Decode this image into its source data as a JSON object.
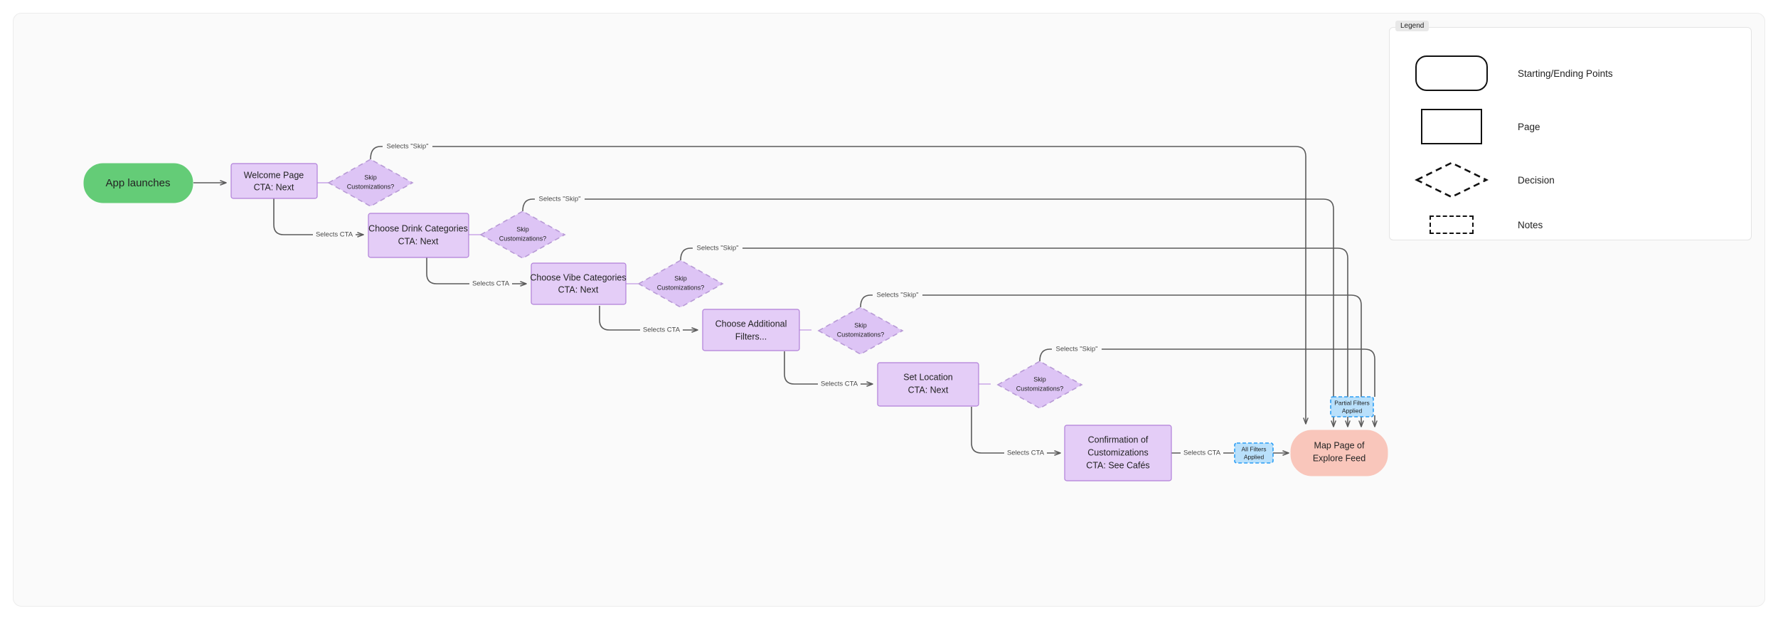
{
  "canvas": {
    "background": "#fafafa",
    "border_color": "#ececec"
  },
  "colors": {
    "start_green": "#64cc77",
    "page_purple": "#e4cdf7",
    "page_purple_border": "#b07fd8",
    "decision_purple": "#ddc4f5",
    "decision_border": "#b89ad6",
    "note_blue": "#b9e0fb",
    "note_blue_border": "#2a9df4",
    "end_pink": "#f9c6bb",
    "edge_gray": "#5b5b5b",
    "text_dark": "#232323"
  },
  "nodes": [
    {
      "id": "app-launches",
      "type": "start",
      "label": "App launches",
      "lines": [
        "App launches"
      ]
    },
    {
      "id": "welcome-page",
      "type": "page",
      "label": "Welcome Page CTA: Next",
      "lines": [
        "Welcome Page",
        "CTA: Next"
      ]
    },
    {
      "id": "drink-cats",
      "type": "page",
      "label": "Choose Drink Categories CTA: Next",
      "lines": [
        "Choose Drink Categories",
        "CTA: Next"
      ]
    },
    {
      "id": "vibe-cats",
      "type": "page",
      "label": "Choose Vibe Categories CTA: Next",
      "lines": [
        "Choose Vibe Categories",
        "CTA: Next"
      ]
    },
    {
      "id": "addl-filters",
      "type": "page",
      "label": "Choose Additional Filters...",
      "lines": [
        "Choose Additional",
        "Filters..."
      ]
    },
    {
      "id": "set-location",
      "type": "page",
      "label": "Set Location CTA: Next",
      "lines": [
        "Set Location",
        "CTA: Next"
      ]
    },
    {
      "id": "confirmation",
      "type": "page",
      "label": "Confirmation of Customizations CTA: See Cafés",
      "lines": [
        "Confirmation of",
        "Customizations",
        "CTA: See Cafés"
      ]
    },
    {
      "id": "map-page",
      "type": "end",
      "label": "Map Page of Explore Feed",
      "lines": [
        "Map Page of",
        "Explore Feed"
      ]
    },
    {
      "id": "decision-1",
      "type": "decision",
      "label": "Skip Customizations?",
      "lines": [
        "Skip",
        "Customizations?"
      ]
    },
    {
      "id": "decision-2",
      "type": "decision",
      "label": "Skip Customizations?",
      "lines": [
        "Skip",
        "Customizations?"
      ]
    },
    {
      "id": "decision-3",
      "type": "decision",
      "label": "Skip Customizations?",
      "lines": [
        "Skip",
        "Customizations?"
      ]
    },
    {
      "id": "decision-4",
      "type": "decision",
      "label": "Skip Customizations?",
      "lines": [
        "Skip",
        "Customizations?"
      ]
    },
    {
      "id": "decision-5",
      "type": "decision",
      "label": "Skip Customizations?",
      "lines": [
        "Skip",
        "Customizations?"
      ]
    },
    {
      "id": "note-partial",
      "type": "note",
      "label": "Partial Filters Applied",
      "lines": [
        "Partial Filters",
        "Applied"
      ]
    },
    {
      "id": "note-all",
      "type": "note",
      "label": "All Filters Applied",
      "lines": [
        "All Filters",
        "Applied"
      ]
    }
  ],
  "edge_labels": {
    "skip": "Selects \"Skip\"",
    "cta": "Selects CTA"
  },
  "edges": [
    {
      "from": "app-launches",
      "to": "welcome-page",
      "label": ""
    },
    {
      "from": "welcome-page",
      "to": "drink-cats",
      "label": "Selects CTA"
    },
    {
      "from": "drink-cats",
      "to": "vibe-cats",
      "label": "Selects CTA"
    },
    {
      "from": "vibe-cats",
      "to": "addl-filters",
      "label": "Selects CTA"
    },
    {
      "from": "addl-filters",
      "to": "set-location",
      "label": "Selects CTA"
    },
    {
      "from": "set-location",
      "to": "confirmation",
      "label": "Selects CTA"
    },
    {
      "from": "confirmation",
      "to": "map-page",
      "label": "Selects CTA"
    },
    {
      "from": "decision-1",
      "to": "map-page",
      "label": "Selects \"Skip\""
    },
    {
      "from": "decision-2",
      "to": "map-page",
      "label": "Selects \"Skip\""
    },
    {
      "from": "decision-3",
      "to": "map-page",
      "label": "Selects \"Skip\""
    },
    {
      "from": "decision-4",
      "to": "map-page",
      "label": "Selects \"Skip\""
    },
    {
      "from": "decision-5",
      "to": "map-page",
      "label": "Selects \"Skip\""
    }
  ],
  "legend": {
    "title": "Legend",
    "items": [
      {
        "shape": "rounded-rect",
        "label": "Starting/Ending Points"
      },
      {
        "shape": "rect",
        "label": "Page"
      },
      {
        "shape": "dashed-diamond",
        "label": "Decision"
      },
      {
        "shape": "dashed-rect",
        "label": "Notes"
      }
    ]
  }
}
